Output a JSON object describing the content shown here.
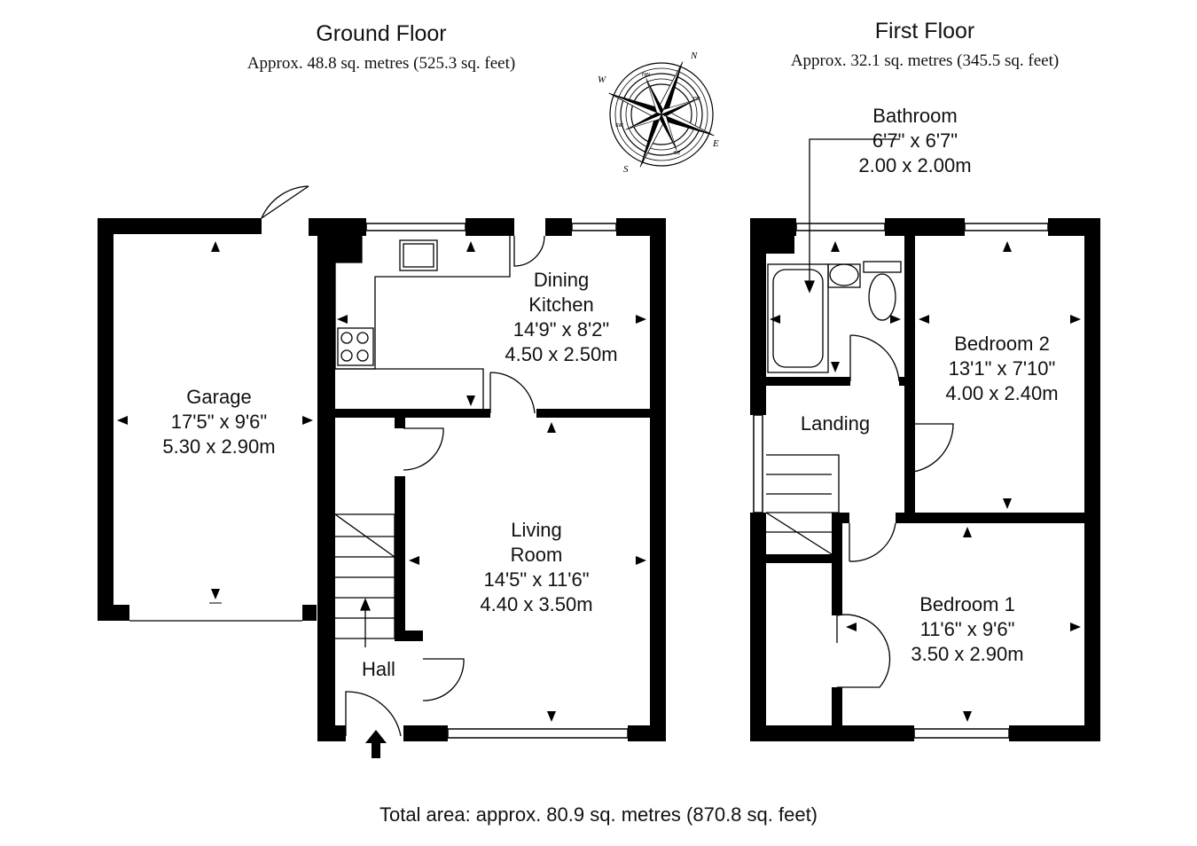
{
  "ground_floor": {
    "title": "Ground Floor",
    "area": "Approx. 48.8 sq. metres (525.3 sq. feet)",
    "rooms": {
      "garage": {
        "name": "Garage",
        "imperial": "17'5\" x 9'6\"",
        "metric": "5.30 x 2.90m"
      },
      "dining": {
        "name1": "Dining",
        "name2": "Kitchen",
        "imperial": "14'9\" x 8'2\"",
        "metric": "4.50 x 2.50m"
      },
      "living": {
        "name1": "Living",
        "name2": "Room",
        "imperial": "14'5\" x 11'6\"",
        "metric": "4.40 x 3.50m"
      },
      "hall": {
        "name": "Hall"
      }
    }
  },
  "first_floor": {
    "title": "First Floor",
    "area": "Approx. 32.1 sq. metres (345.5 sq. feet)",
    "rooms": {
      "bathroom": {
        "name": "Bathroom",
        "imperial": "6'7\" x 6'7\"",
        "metric": "2.00 x 2.00m"
      },
      "bedroom2": {
        "name": "Bedroom 2",
        "imperial": "13'1\" x 7'10\"",
        "metric": "4.00 x 2.40m"
      },
      "landing": {
        "name": "Landing"
      },
      "bedroom1": {
        "name": "Bedroom 1",
        "imperial": "11'6\" x 9'6\"",
        "metric": "3.50 x 2.90m"
      }
    }
  },
  "compass": {
    "n": "N",
    "e": "E",
    "s": "S",
    "w": "W",
    "ne": "ne",
    "nw": "nw",
    "se": "se",
    "sw": "sw"
  },
  "total_area": "Total area: approx. 80.9 sq. metres (870.8 sq. feet)"
}
